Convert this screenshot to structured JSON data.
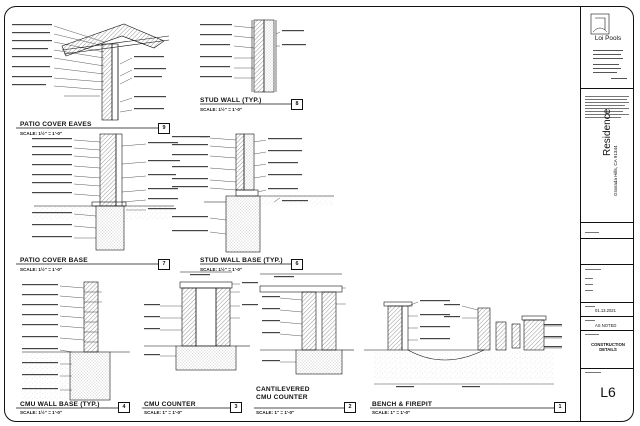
{
  "details": [
    {
      "title": "PATIO COVER EAVES",
      "scale": "SCALE: 1½\" = 1'-0\"",
      "number": "9"
    },
    {
      "title": "STUD WALL (TYP.)",
      "scale": "SCALE: 1½\" = 1'-0\"",
      "number": "8"
    },
    {
      "title": "PATIO COVER BASE",
      "scale": "SCALE: 1½\" = 1'-0\"",
      "number": "7"
    },
    {
      "title": "STUD WALL BASE  (TYP.)",
      "scale": "SCALE: 1½\" = 1'-0\"",
      "number": "6"
    },
    {
      "title": "CMU WALL BASE (TYP.)",
      "scale": "SCALE: 1½\" = 1'-0\"",
      "number": "4"
    },
    {
      "title": "CMU COUNTER",
      "scale": "SCALE: 1\" = 1'-0\"",
      "number": "3"
    },
    {
      "title": "CANTILEVERED\nCMU COUNTER",
      "scale": "SCALE: 1\" = 1'-0\"",
      "number": "2"
    },
    {
      "title": "BENCH & FIREPIT",
      "scale": "SCALE: 1\" = 1'-0\"",
      "number": "1"
    }
  ],
  "title_block": {
    "firm": "Loi Pools",
    "project": "Residence",
    "location": "Granada Hills, CA 91344",
    "date": "01.13.2021",
    "scale": "AS NOTED",
    "sheet_title": "CONSTRUCTION\nDETAILS",
    "sheet_number": "L6"
  }
}
